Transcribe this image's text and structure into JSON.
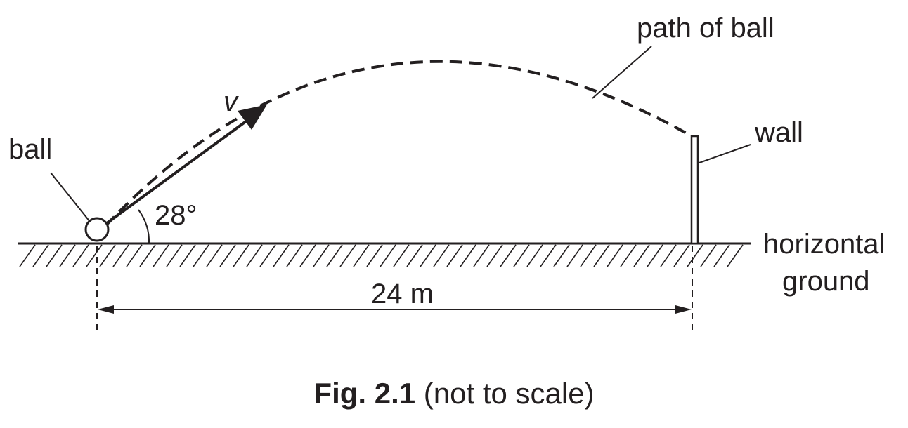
{
  "figure": {
    "labels": {
      "velocity": "v",
      "angle": "28°",
      "ball": "ball",
      "path": "path of ball",
      "wall": "wall",
      "ground_line1": "horizontal",
      "ground_line2": "ground",
      "distance": "24 m"
    },
    "caption": {
      "number": "Fig. 2.1",
      "note": "(not to scale)"
    }
  }
}
